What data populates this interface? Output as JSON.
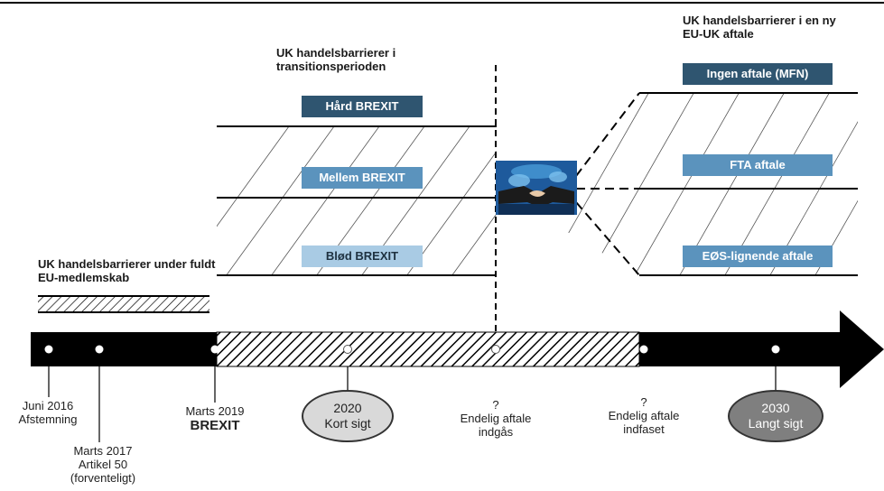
{
  "regions": {
    "eu_membership": "UK handelsbarrierer under fuldt EU-medlemskab",
    "transition": "UK handelsbarrierer i transitionsperioden",
    "new_agreement": "UK handelsbarrierer i en ny EU-UK aftale"
  },
  "scenarios_transition": [
    {
      "label": "Hård BREXIT",
      "style": "dark"
    },
    {
      "label": "Mellem BREXIT",
      "style": "mid"
    },
    {
      "label": "Blød BREXIT",
      "style": "light"
    }
  ],
  "scenarios_agreement": [
    {
      "label": "Ingen aftale (MFN)",
      "style": "dark"
    },
    {
      "label": "FTA aftale",
      "style": "mid"
    },
    {
      "label": "EØS-lignende aftale",
      "style": "mid"
    }
  ],
  "milestones": {
    "june2016": {
      "line1": "Juni 2016",
      "line2": "Afstemning"
    },
    "march2017": {
      "line1": "Marts 2017",
      "line2": "Artikel 50",
      "line3": "(forventeligt)"
    },
    "march2019": {
      "line1": "Marts 2019",
      "line2": "BREXIT"
    },
    "y2020": {
      "line1": "2020",
      "line2": "Kort sigt"
    },
    "final_entered": {
      "mark": "?",
      "line1": "Endelig aftale",
      "line2": "indgås"
    },
    "final_phased": {
      "mark": "?",
      "line1": "Endelig aftale",
      "line2": "indfaset"
    },
    "y2030": {
      "line1": "2030",
      "line2": "Langt sigt"
    }
  },
  "handshake_icon": "handshake-globe-icon",
  "colors": {
    "dark_box": "#2f5570",
    "mid_box": "#5b93bd",
    "light_box": "#a9cbe4",
    "arrow": "#000000",
    "pill_light": "#d9d9d9",
    "pill_dark": "#7f7f7f"
  }
}
